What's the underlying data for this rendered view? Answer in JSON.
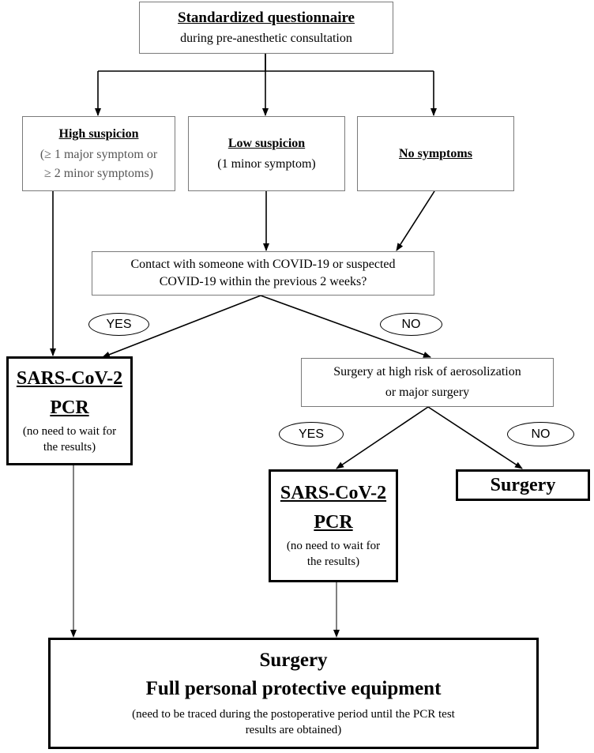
{
  "questionnaire": {
    "title": "Standardized questionnaire",
    "subtitle": "during pre-anesthetic consultation"
  },
  "high_suspicion": {
    "title": "High suspicion",
    "line1": "(≥ 1 major symptom or",
    "line2": "≥ 2 minor symptoms)"
  },
  "low_suspicion": {
    "title": "Low suspicion",
    "line1": "(1 minor symptom)"
  },
  "no_symptoms": {
    "title": "No symptoms"
  },
  "contact_question": {
    "line1": "Contact with someone with COVID-19 or suspected",
    "line2": "COVID-19 within the previous 2 weeks?"
  },
  "contact_yes": "YES",
  "contact_no": "NO",
  "pcr_left": {
    "title": "SARS-CoV-2",
    "subtitle": "PCR",
    "note1": "(no need to wait for",
    "note2": "the results)"
  },
  "aerosol_question": {
    "line1": "Surgery at high risk of aerosolization",
    "line2": "or major surgery"
  },
  "aerosol_yes": "YES",
  "aerosol_no": "NO",
  "pcr_middle": {
    "title": "SARS-CoV-2",
    "subtitle": "PCR",
    "note1": "(no need to wait for",
    "note2": "the results)"
  },
  "surgery_simple": {
    "label": "Surgery"
  },
  "final": {
    "title": "Surgery",
    "subtitle": "Full personal protective equipment",
    "note1": "(need to be traced during the postoperative period until the PCR test",
    "note2": "results are obtained)"
  }
}
